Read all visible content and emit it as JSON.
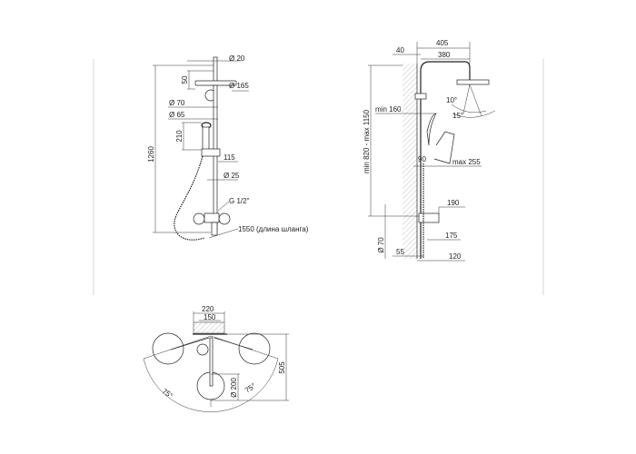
{
  "front_view": {
    "pipe_diameter": "Ø 20",
    "head_height": "50",
    "head_diameter": "Ø 165",
    "hand_shower_outer": "Ø 70",
    "hand_shower_inner": "Ø 65",
    "hand_shower_length": "210",
    "total_height": "1260",
    "holder_offset": "115",
    "rail_diameter": "Ø 25",
    "thread": "G 1/2\"",
    "hose_length": "1550 (длина шланга)"
  },
  "side_view": {
    "arm_total": "405",
    "wall_offset": "40",
    "arm_length": "380",
    "tilt_small": "10°",
    "tilt_large": "15°",
    "min_depth": "min 160",
    "holder_depth": "90",
    "max_depth": "max 255",
    "height_range": "min 820 - max 1150",
    "mixer_depth": "190",
    "mixer_diameter": "Ø 70",
    "spout_depth": "175",
    "bottom_offset": "55",
    "bottom_depth": "120"
  },
  "top_view": {
    "outer_width": "220",
    "inner_width": "150",
    "total_depth": "505",
    "head_diameter": "Ø 200",
    "angle_left": "75°",
    "angle_right": "75°"
  }
}
